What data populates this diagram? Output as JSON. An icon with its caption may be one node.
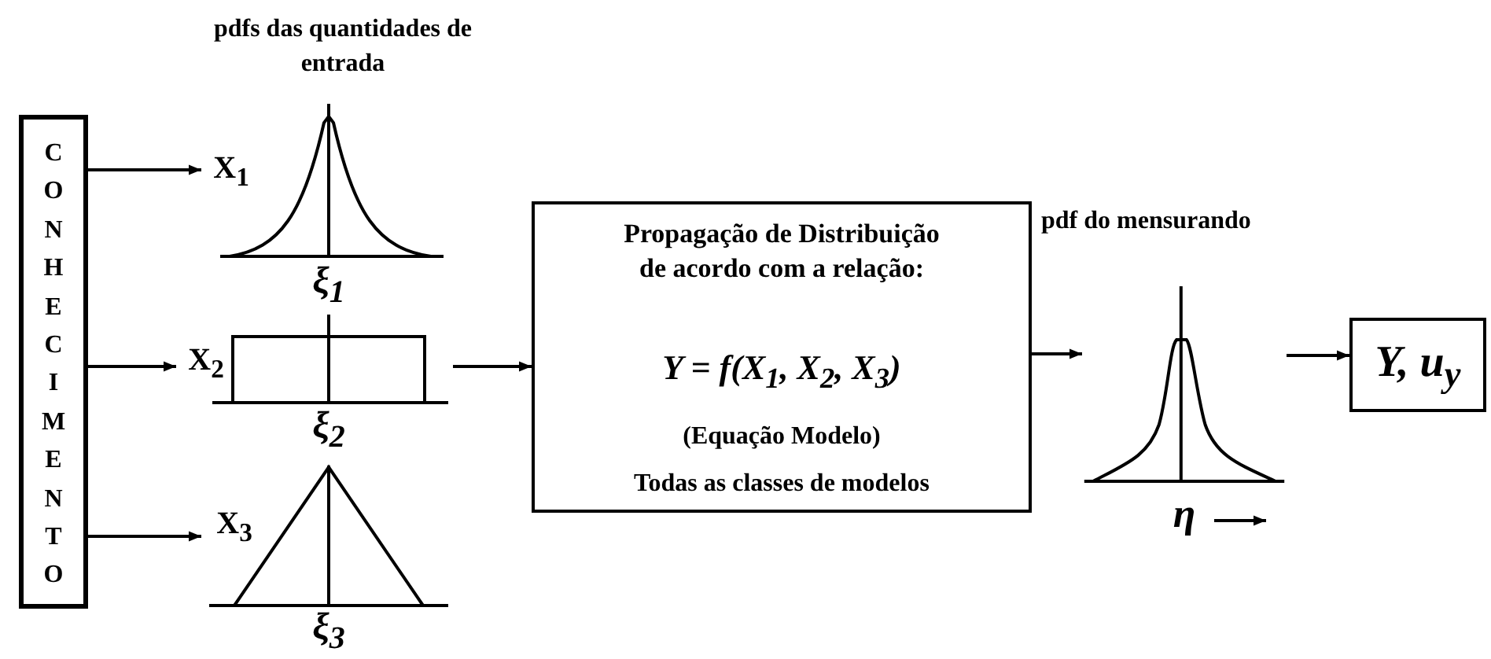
{
  "diagram": {
    "nodes": [
      {
        "text": [
          "CONHECIMENTO"
        ]
      },
      {
        "text": [
          "X$_{1}$",
          "ξ$_{1}$"
        ]
      },
      {
        "text": [
          "X$_{2}$",
          "ξ$_{2}$"
        ]
      },
      {
        "text": [
          "X$_{3}$",
          "ξ$_{3}$"
        ]
      },
      {
        "text": [
          "Propagação de Distribuição de acordo com a relação:",
          "Y = f(X$_{1}$, X$_{2}$, X$_{3}$)",
          "(Equação Modelo)",
          "Todas as classes de modelos"
        ]
      },
      {
        "text": [
          "η"
        ]
      },
      {
        "text": [
          "Y, u$_{y}$"
        ]
      }
    ],
    "edges": [
      {
        "from": 0,
        "to": 1,
        "arrow": "to"
      },
      {
        "from": 0,
        "to": 2,
        "arrow": "to"
      },
      {
        "from": 0,
        "to": 3,
        "arrow": "to"
      },
      {
        "from": 2,
        "to": 4,
        "arrow": "to"
      },
      {
        "from": 4,
        "to": 5,
        "arrow": "to"
      },
      {
        "from": 5,
        "to": 6,
        "arrow": "to"
      }
    ],
    "labels": [
      "pdfs das quantidades de entrada",
      "pdf do mensurando"
    ]
  }
}
